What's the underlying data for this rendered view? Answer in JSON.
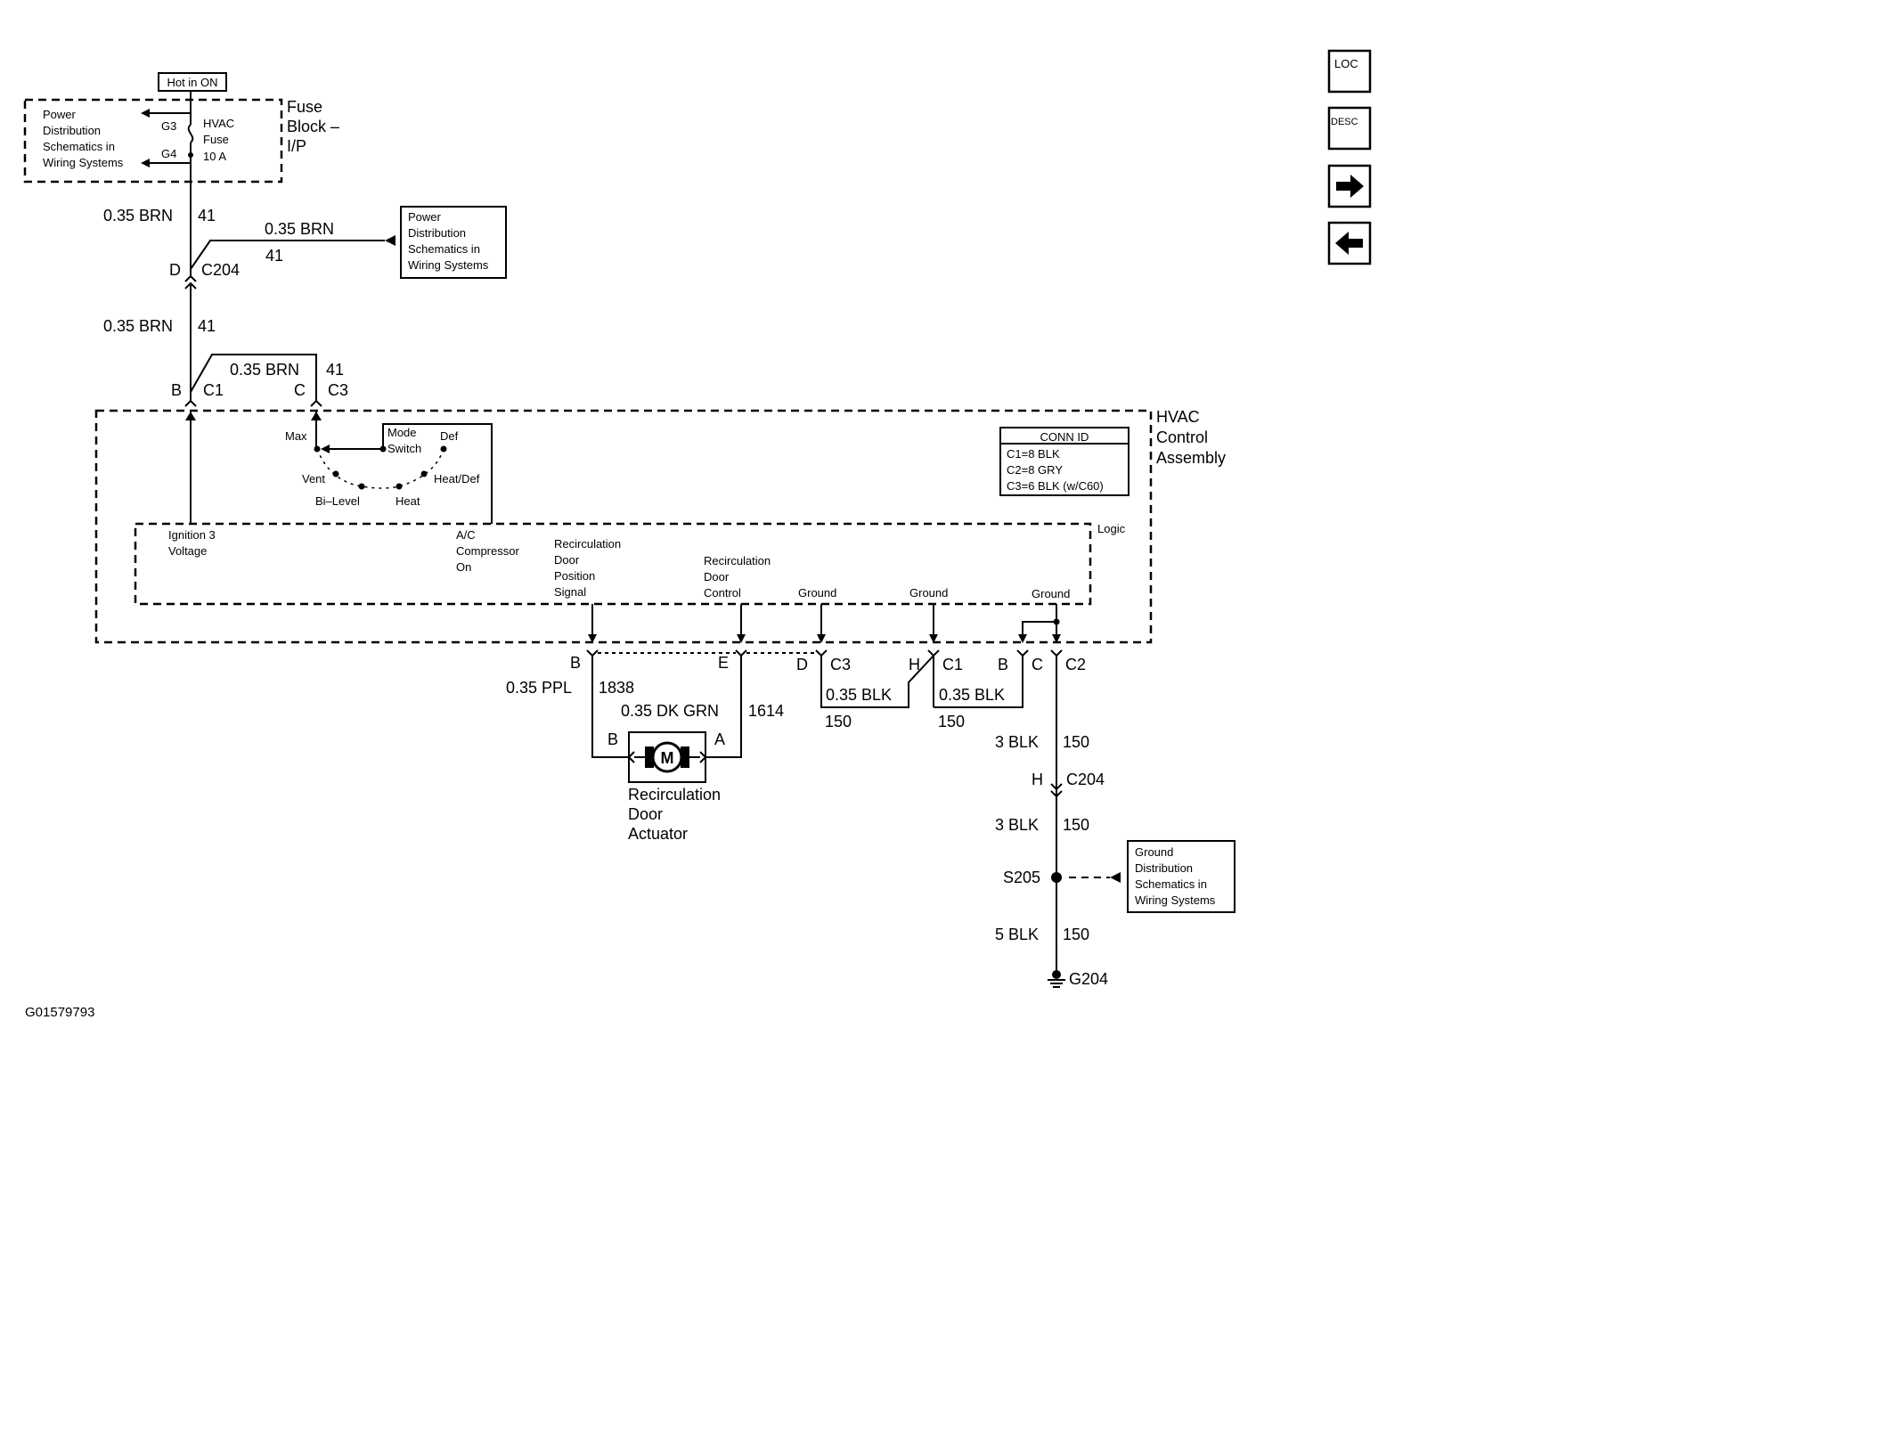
{
  "hot_in_on": "Hot in ON",
  "fuse_block": {
    "title_lines": [
      "Fuse",
      "Block –",
      "I/P"
    ],
    "power_ref_lines": [
      "Power",
      "Distribution",
      "Schematics in",
      "Wiring Systems"
    ],
    "pin_g3": "G3",
    "pin_g4": "G4",
    "fuse_lines": [
      "HVAC",
      "Fuse",
      "10 A"
    ]
  },
  "wires": {
    "w1_size": "0.35 BRN",
    "w1_circuit": "41",
    "w2_size": "0.35 BRN",
    "w2_circuit": "41",
    "w3_size": "0.35 BRN",
    "w3_circuit": "41",
    "w4_size": "0.35 BRN",
    "w4_circuit": "41",
    "ppl_size": "0.35 PPL",
    "ppl_circuit": "1838",
    "dkgrn_size": "0.35 DK GRN",
    "dkgrn_circuit": "1614",
    "blk_a_size": "0.35 BLK",
    "blk_a_circuit": "150",
    "blk_b_size": "0.35 BLK",
    "blk_b_circuit": "150",
    "blk3a_size": "3 BLK",
    "blk3a_circuit": "150",
    "blk3b_size": "3 BLK",
    "blk3b_circuit": "150",
    "blk5_size": "5 BLK",
    "blk5_circuit": "150"
  },
  "power_ref_2_lines": [
    "Power",
    "Distribution",
    "Schematics in",
    "Wiring Systems"
  ],
  "ground_ref_lines": [
    "Ground",
    "Distribution",
    "Schematics in",
    "Wiring Systems"
  ],
  "connectors": {
    "d": "D",
    "c204_top": "C204",
    "b": "B",
    "c1": "C1",
    "c": "C",
    "c3": "C3",
    "bottom_b": "B",
    "bottom_e": "E",
    "bottom_d": "D",
    "bottom_c3": "C3",
    "bottom_h": "H",
    "bottom_c1": "C1",
    "bottom_b2": "B",
    "bottom_c": "C",
    "bottom_c2": "C2",
    "act_b": "B",
    "act_a": "A",
    "h": "H",
    "c204_bottom": "C204",
    "s205": "S205",
    "g204": "G204"
  },
  "hvac_assembly_lines": [
    "HVAC",
    "Control",
    "Assembly"
  ],
  "conn_id": {
    "title": "CONN ID",
    "rows": [
      "C1=8 BLK",
      "C2=8 GRY",
      "C3=6 BLK (w/C60)"
    ]
  },
  "mode_switch": {
    "label_lines": [
      "Mode",
      "Switch"
    ],
    "positions": {
      "max": "Max",
      "def": "Def",
      "vent": "Vent",
      "bilevel": "Bi–Level",
      "heat": "Heat",
      "heatdef": "Heat/Def"
    }
  },
  "logic": {
    "label": "Logic",
    "ignition_lines": [
      "Ignition 3",
      "Voltage"
    ],
    "ac_lines": [
      "A/C",
      "Compressor",
      "On"
    ],
    "recirc_pos_lines": [
      "Recirculation",
      "Door",
      "Position",
      "Signal"
    ],
    "recirc_ctrl_lines": [
      "Recirculation",
      "Door",
      "Control"
    ],
    "ground1": "Ground",
    "ground2": "Ground",
    "ground3": "Ground"
  },
  "motor": {
    "symbol": "M",
    "label_lines": [
      "Recirculation",
      "Door",
      "Actuator"
    ]
  },
  "nav": {
    "loc": "LOC",
    "desc": "DESC",
    "next_icon": "arrow-right-icon",
    "prev_icon": "arrow-left-icon"
  },
  "figure_id": "G01579793"
}
